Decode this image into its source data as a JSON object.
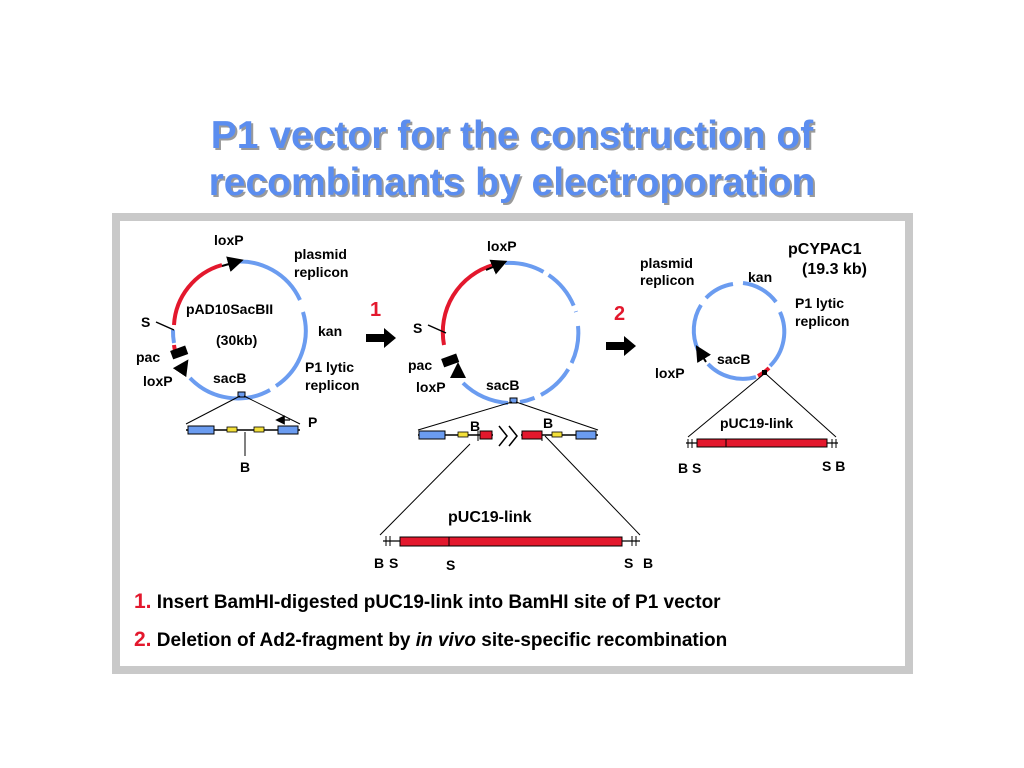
{
  "title": {
    "line1": "P1 vector for the construction of",
    "line2": "recombinants by electroporation"
  },
  "colors": {
    "title": "#5b8def",
    "plasmid_blue": "#6b9cf0",
    "insert_red": "#e3182d",
    "frame": "#c9c9c9",
    "yellow_box": "#f3e03a"
  },
  "plasmid1": {
    "name": "pAD10SacBII",
    "size": "(30kb)",
    "labels": {
      "loxP_top": "loxP",
      "plasmid_replicon_1": "plasmid",
      "plasmid_replicon_2": "replicon",
      "kan": "kan",
      "p1_lytic_1": "P1 lytic",
      "p1_lytic_2": "replicon",
      "sacB": "sacB",
      "loxP_bottom": "loxP",
      "pac": "pac",
      "S": "S",
      "P": "P",
      "B": "B"
    }
  },
  "arrow1": {
    "label": "1"
  },
  "plasmid2": {
    "labels": {
      "loxP_top": "loxP",
      "S": "S",
      "pac": "pac",
      "loxP_bottom": "loxP",
      "sacB": "sacB",
      "B_left": "B",
      "B_right": "B"
    }
  },
  "arrow2": {
    "label": "2"
  },
  "plasmid3": {
    "name": "pCYPAC1",
    "size": "(19.3 kb)",
    "labels": {
      "plasmid_replicon_1": "plasmid",
      "plasmid_replicon_2": "replicon",
      "kan": "kan",
      "p1_lytic_1": "P1 lytic",
      "p1_lytic_2": "replicon",
      "sacB": "sacB",
      "loxP": "loxP"
    }
  },
  "link_right": {
    "name": "pUC19-link",
    "left": "B S",
    "right": "S B"
  },
  "link_center": {
    "name": "pUC19-link",
    "B_left": "B",
    "S_left": "S",
    "S_mid": "S",
    "S_right": "S",
    "B_right": "B"
  },
  "steps": [
    {
      "num": "1.",
      "text": "Insert  BamHI-digested pUC19-link into BamHI site of P1 vector"
    },
    {
      "num": "2.",
      "pre": "Deletion of Ad2-fragment by ",
      "italic": "in vivo",
      "post": " site-specific recombination"
    }
  ]
}
